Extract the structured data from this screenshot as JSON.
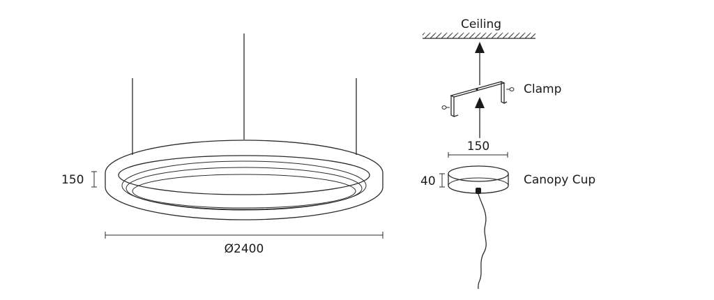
{
  "ring": {
    "height_label": "150",
    "diameter_label": "Ø2400"
  },
  "mount": {
    "ceiling_label": "Ceiling",
    "clamp_label": "Clamp",
    "width_label": "150",
    "cup_height_label": "40",
    "cup_label": "Canopy Cup"
  }
}
